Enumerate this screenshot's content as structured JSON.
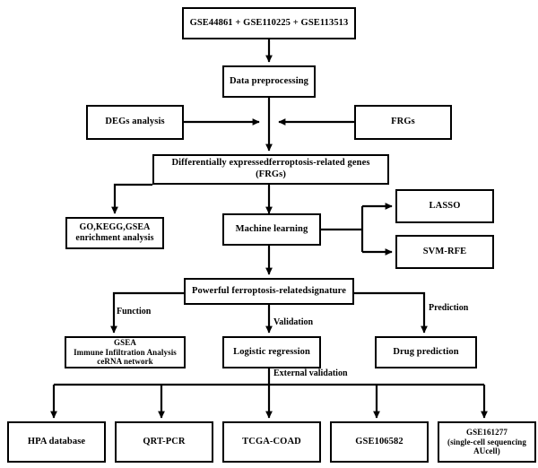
{
  "diagram": {
    "title": "Study workflow flowchart",
    "stroke_color": "#000000",
    "background_color": "#ffffff",
    "nodes": {
      "datasets": {
        "label": "GSE44861 + GSE110225 + GSE113513"
      },
      "preprocessing": {
        "label": "Data preprocessing"
      },
      "degs": {
        "label": "DEGs analysis"
      },
      "frgs": {
        "label": "FRGs"
      },
      "defrgs": {
        "label": "Differentially expressedferroptosis-related genes (FRGs)"
      },
      "enrichment": {
        "label": "GO,KEGG,GSEA\nenrichment analysis"
      },
      "machine_learning": {
        "label": "Machine learning"
      },
      "lasso": {
        "label": "LASSO"
      },
      "svm_rfe": {
        "label": "SVM-RFE"
      },
      "signature": {
        "label": "Powerful ferroptosis-relatedsignature"
      },
      "function_box": {
        "label": "GSEA\nImmune Infiltration Analysis\nceRNA network"
      },
      "logistic": {
        "label": "Logistic regression"
      },
      "drug": {
        "label": "Drug prediction"
      },
      "hpa": {
        "label": "HPA database"
      },
      "qrtpcr": {
        "label": "QRT-PCR"
      },
      "tcga": {
        "label": "TCGA-COAD"
      },
      "gse106582": {
        "label": "GSE106582"
      },
      "gse161277": {
        "label": "GSE161277\n(single-cell sequencing\nAUcell)"
      }
    },
    "edge_labels": {
      "function": "Function",
      "validation": "Validation",
      "prediction": "Prediction",
      "external_validation": "External validation"
    }
  }
}
